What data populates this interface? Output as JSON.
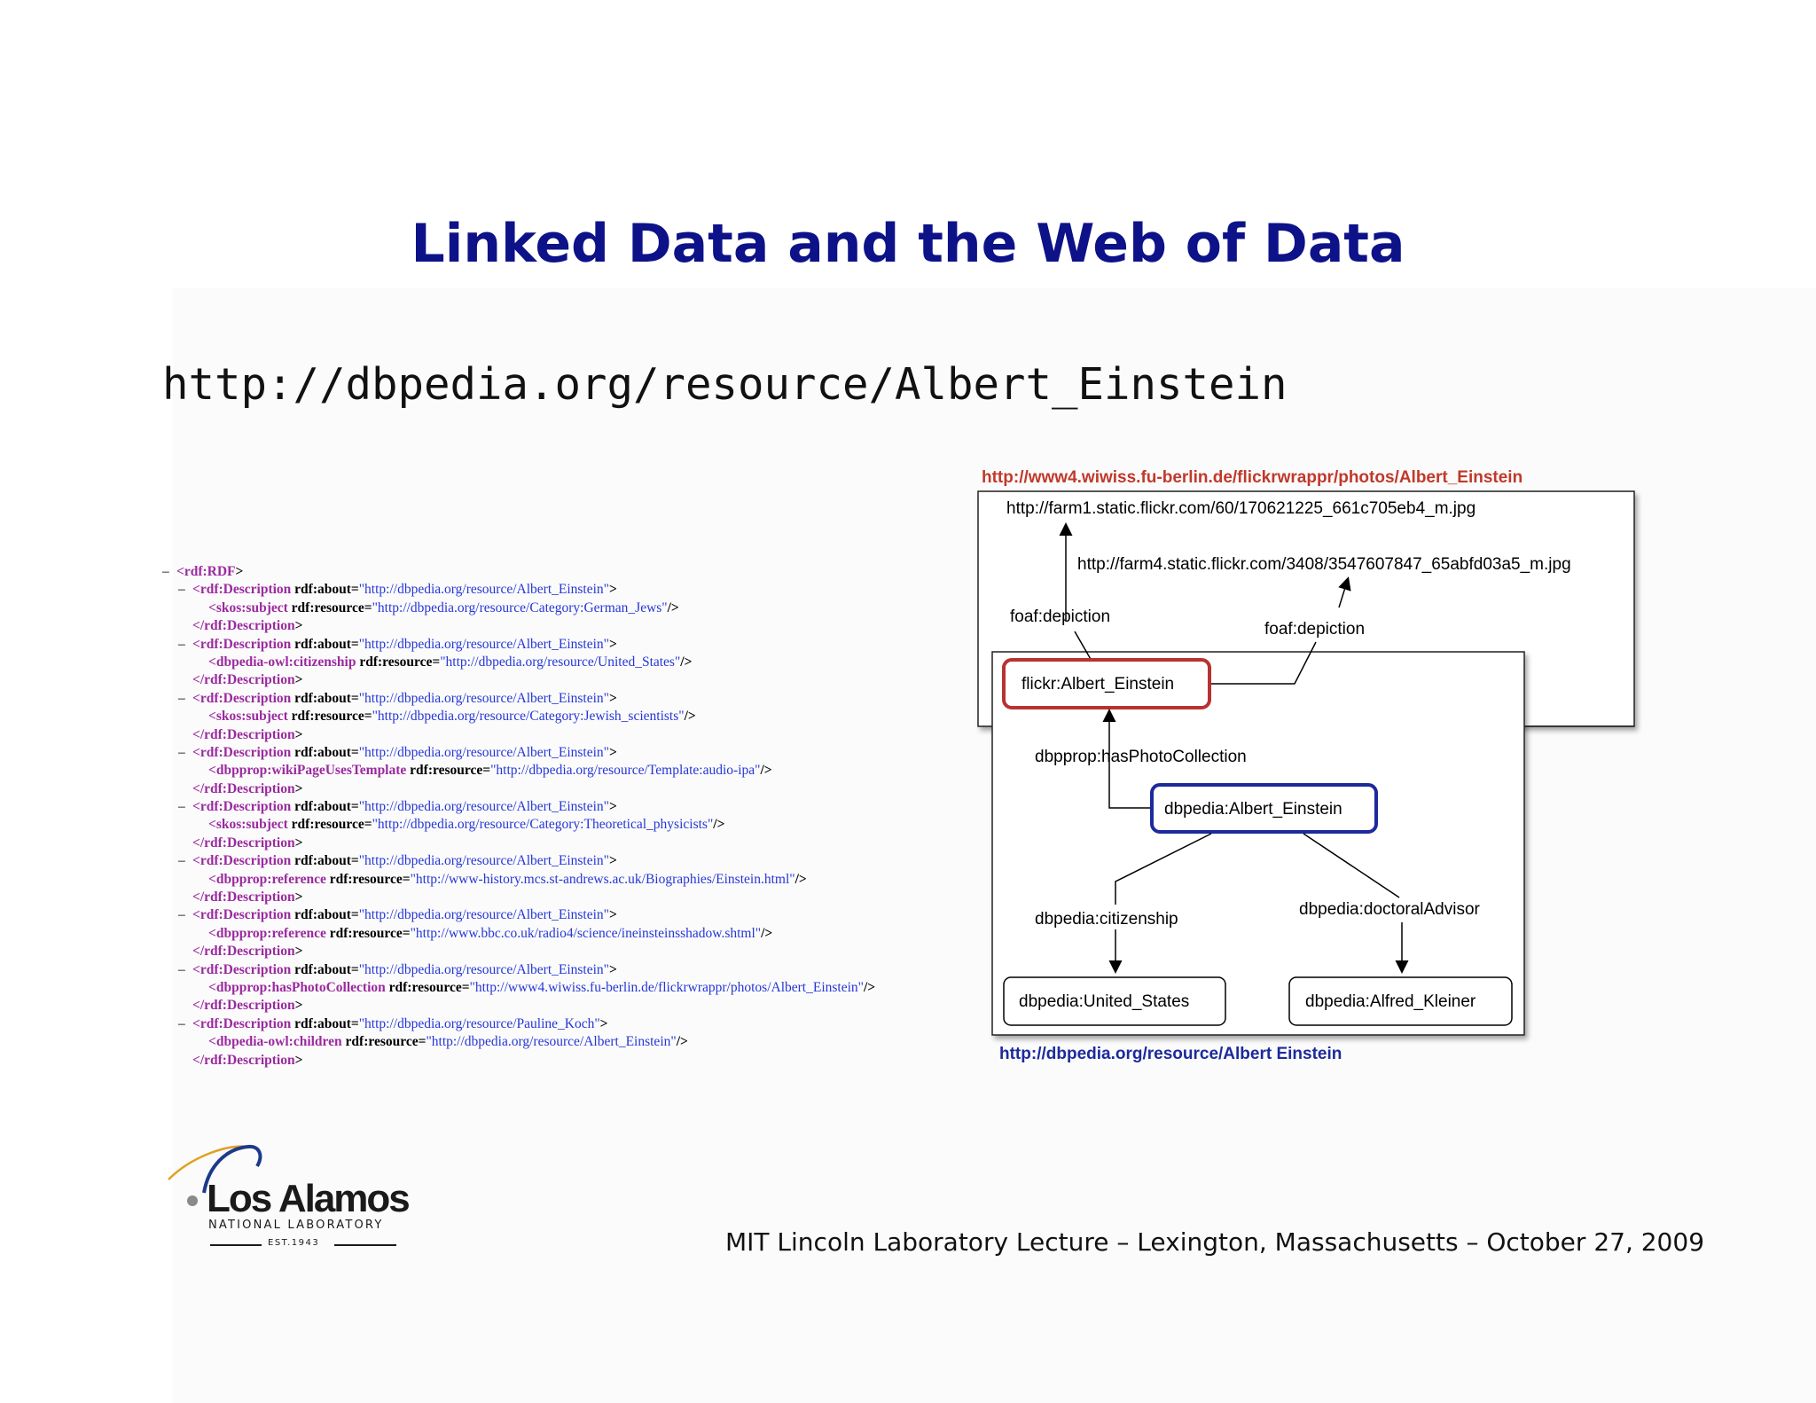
{
  "slide": {
    "title": "Linked Data and the Web of Data",
    "resource_url": "http://dbpedia.org/resource/Albert_Einstein",
    "footer": "MIT Lincoln Laboratory Lecture – Lexington, Massachusetts – October 27, 2009"
  },
  "logo": {
    "name": "Los Alamos",
    "subtitle": "NATIONAL LABORATORY",
    "est": "EST.1943"
  },
  "rdf_lines": [
    {
      "dash": "–",
      "parts": [
        [
          "t",
          "<rdf:RDF"
        ],
        [
          "a",
          ">"
        ]
      ]
    },
    {
      "dash": "–",
      "parts": [
        [
          "t",
          "<rdf:Description"
        ],
        [
          "a",
          " rdf:about="
        ],
        [
          "v",
          "\"http://dbpedia.org/resource/Albert_Einstein\""
        ],
        [
          "a",
          ">"
        ]
      ]
    },
    {
      "dash": "",
      "parts": [
        [
          "t",
          "<skos:subject"
        ],
        [
          "a",
          " rdf:resource="
        ],
        [
          "v",
          "\"http://dbpedia.org/resource/Category:German_Jews\""
        ],
        [
          "a",
          "/>"
        ]
      ]
    },
    {
      "dash": "",
      "parts": [
        [
          "t",
          "</rdf:Description"
        ],
        [
          "a",
          ">"
        ]
      ]
    },
    {
      "dash": "–",
      "parts": [
        [
          "t",
          "<rdf:Description"
        ],
        [
          "a",
          " rdf:about="
        ],
        [
          "v",
          "\"http://dbpedia.org/resource/Albert_Einstein\""
        ],
        [
          "a",
          ">"
        ]
      ]
    },
    {
      "dash": "",
      "parts": [
        [
          "t",
          "<dbpedia-owl:citizenship"
        ],
        [
          "a",
          " rdf:resource="
        ],
        [
          "v",
          "\"http://dbpedia.org/resource/United_States\""
        ],
        [
          "a",
          "/>"
        ]
      ]
    },
    {
      "dash": "",
      "parts": [
        [
          "t",
          "</rdf:Description"
        ],
        [
          "a",
          ">"
        ]
      ]
    },
    {
      "dash": "–",
      "parts": [
        [
          "t",
          "<rdf:Description"
        ],
        [
          "a",
          " rdf:about="
        ],
        [
          "v",
          "\"http://dbpedia.org/resource/Albert_Einstein\""
        ],
        [
          "a",
          ">"
        ]
      ]
    },
    {
      "dash": "",
      "parts": [
        [
          "t",
          "<skos:subject"
        ],
        [
          "a",
          " rdf:resource="
        ],
        [
          "v",
          "\"http://dbpedia.org/resource/Category:Jewish_scientists\""
        ],
        [
          "a",
          "/>"
        ]
      ]
    },
    {
      "dash": "",
      "parts": [
        [
          "t",
          "</rdf:Description"
        ],
        [
          "a",
          ">"
        ]
      ]
    },
    {
      "dash": "–",
      "parts": [
        [
          "t",
          "<rdf:Description"
        ],
        [
          "a",
          " rdf:about="
        ],
        [
          "v",
          "\"http://dbpedia.org/resource/Albert_Einstein\""
        ],
        [
          "a",
          ">"
        ]
      ]
    },
    {
      "dash": "",
      "parts": [
        [
          "t",
          "<dbpprop:wikiPageUsesTemplate"
        ],
        [
          "a",
          " rdf:resource="
        ],
        [
          "v",
          "\"http://dbpedia.org/resource/Template:audio-ipa\""
        ],
        [
          "a",
          "/>"
        ]
      ]
    },
    {
      "dash": "",
      "parts": [
        [
          "t",
          "</rdf:Description"
        ],
        [
          "a",
          ">"
        ]
      ]
    },
    {
      "dash": "–",
      "parts": [
        [
          "t",
          "<rdf:Description"
        ],
        [
          "a",
          " rdf:about="
        ],
        [
          "v",
          "\"http://dbpedia.org/resource/Albert_Einstein\""
        ],
        [
          "a",
          ">"
        ]
      ]
    },
    {
      "dash": "",
      "parts": [
        [
          "t",
          "<skos:subject"
        ],
        [
          "a",
          " rdf:resource="
        ],
        [
          "v",
          "\"http://dbpedia.org/resource/Category:Theoretical_physicists\""
        ],
        [
          "a",
          "/>"
        ]
      ]
    },
    {
      "dash": "",
      "parts": [
        [
          "t",
          "</rdf:Description"
        ],
        [
          "a",
          ">"
        ]
      ]
    },
    {
      "dash": "–",
      "parts": [
        [
          "t",
          "<rdf:Description"
        ],
        [
          "a",
          " rdf:about="
        ],
        [
          "v",
          "\"http://dbpedia.org/resource/Albert_Einstein\""
        ],
        [
          "a",
          ">"
        ]
      ]
    },
    {
      "dash": "",
      "parts": [
        [
          "t",
          "<dbpprop:reference"
        ],
        [
          "a",
          " rdf:resource="
        ],
        [
          "v",
          "\"http://www-history.mcs.st-andrews.ac.uk/Biographies/Einstein.html\""
        ],
        [
          "a",
          "/>"
        ]
      ]
    },
    {
      "dash": "",
      "parts": [
        [
          "t",
          "</rdf:Description"
        ],
        [
          "a",
          ">"
        ]
      ]
    },
    {
      "dash": "–",
      "parts": [
        [
          "t",
          "<rdf:Description"
        ],
        [
          "a",
          " rdf:about="
        ],
        [
          "v",
          "\"http://dbpedia.org/resource/Albert_Einstein\""
        ],
        [
          "a",
          ">"
        ]
      ]
    },
    {
      "dash": "",
      "parts": [
        [
          "t",
          "<dbpprop:reference"
        ],
        [
          "a",
          " rdf:resource="
        ],
        [
          "v",
          "\"http://www.bbc.co.uk/radio4/science/ineinsteinsshadow.shtml\""
        ],
        [
          "a",
          "/>"
        ]
      ]
    },
    {
      "dash": "",
      "parts": [
        [
          "t",
          "</rdf:Description"
        ],
        [
          "a",
          ">"
        ]
      ]
    },
    {
      "dash": "–",
      "parts": [
        [
          "t",
          "<rdf:Description"
        ],
        [
          "a",
          " rdf:about="
        ],
        [
          "v",
          "\"http://dbpedia.org/resource/Albert_Einstein\""
        ],
        [
          "a",
          ">"
        ]
      ]
    },
    {
      "dash": "",
      "parts": [
        [
          "t",
          "<dbpprop:hasPhotoCollection"
        ],
        [
          "a",
          " rdf:resource="
        ],
        [
          "v",
          "\"http://www4.wiwiss.fu-berlin.de/flickrwrappr/photos/Albert_Einstein\""
        ],
        [
          "a",
          "/>"
        ]
      ]
    },
    {
      "dash": "",
      "parts": [
        [
          "t",
          "</rdf:Description"
        ],
        [
          "a",
          ">"
        ]
      ]
    },
    {
      "dash": "–",
      "parts": [
        [
          "t",
          "<rdf:Description"
        ],
        [
          "a",
          " rdf:about="
        ],
        [
          "v",
          "\"http://dbpedia.org/resource/Pauline_Koch\""
        ],
        [
          "a",
          ">"
        ]
      ]
    },
    {
      "dash": "",
      "parts": [
        [
          "t",
          "<dbpedia-owl:children"
        ],
        [
          "a",
          " rdf:resource="
        ],
        [
          "v",
          "\"http://dbpedia.org/resource/Albert_Einstein\""
        ],
        [
          "a",
          "/>"
        ]
      ]
    },
    {
      "dash": "",
      "parts": [
        [
          "t",
          "</rdf:Description"
        ],
        [
          "a",
          ">"
        ]
      ]
    }
  ],
  "diagram": {
    "flickr_doc_url": "http://www4.wiwiss.fu-berlin.de/flickrwrappr/photos/Albert_Einstein",
    "dbpedia_doc_url": "http://dbpedia.org/resource/Albert Einstein",
    "photo1": "http://farm1.static.flickr.com/60/170621225_661c705eb4_m.jpg",
    "photo2": "http://farm4.static.flickr.com/3408/3547607847_65abfd03a5_m.jpg",
    "foaf_depiction_1": "foaf:depiction",
    "foaf_depiction_2": "foaf:depiction",
    "flickr_node": "flickr:Albert_Einstein",
    "has_photo_collection": "dbpprop:hasPhotoCollection",
    "dbpedia_node": "dbpedia:Albert_Einstein",
    "citizenship": "dbpedia:citizenship",
    "doctoral_advisor": "dbpedia:doctoralAdvisor",
    "united_states": "dbpedia:United_States",
    "alfred_kleiner": "dbpedia:Alfred_Kleiner",
    "colors": {
      "flickr_url": "#c0392b",
      "dbpedia_url": "#1c2a9c",
      "flickr_node_border": "#b83232",
      "dbpedia_node_border": "#1c2a9c"
    }
  }
}
